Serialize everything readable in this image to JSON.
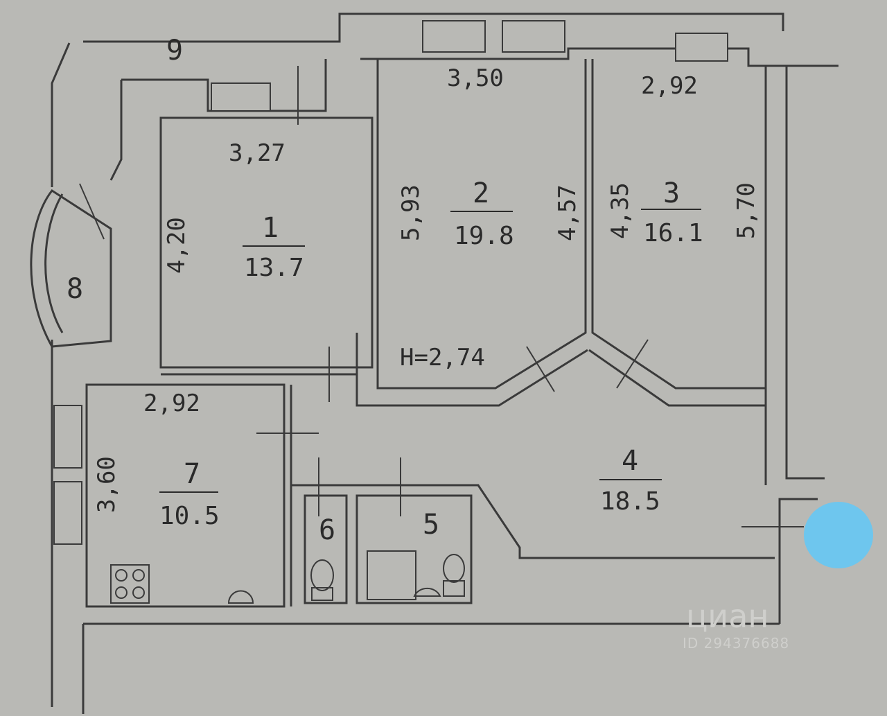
{
  "rooms": [
    {
      "number": "1",
      "area": "13.7",
      "width": "3,27",
      "length": "4,20"
    },
    {
      "number": "2",
      "area": "19.8",
      "width": "3,50",
      "length_left": "5,93",
      "length_right": "4,57"
    },
    {
      "number": "3",
      "area": "16.1",
      "width": "2,92",
      "length_left": "4,35",
      "length_right": "5,70"
    },
    {
      "number": "4",
      "area": "18.5"
    },
    {
      "number": "5"
    },
    {
      "number": "6"
    },
    {
      "number": "7",
      "area": "10.5",
      "width": "2,92",
      "length": "3,60"
    },
    {
      "number": "8"
    },
    {
      "number": "9"
    }
  ],
  "ceiling_height": "H=2,74",
  "watermark": {
    "brand": "циан",
    "id": "ID 294376688"
  },
  "colors": {
    "paper": "#b9b9b5",
    "ink": "#2a2a2a",
    "marker": "#6ec6ee"
  }
}
